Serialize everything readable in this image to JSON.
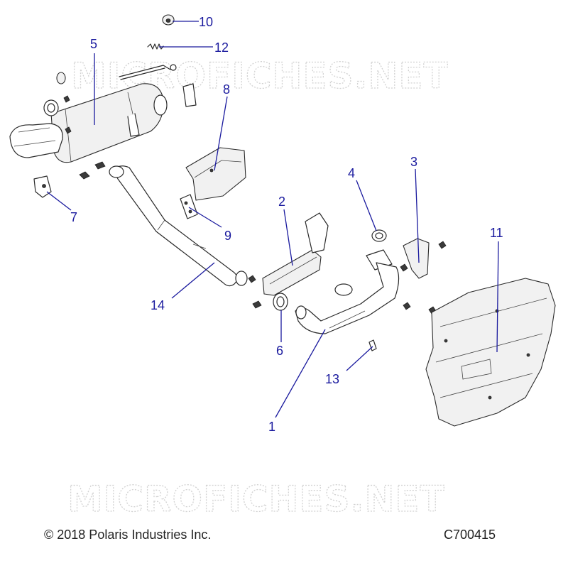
{
  "watermark": "MICROFICHES.NET",
  "copyright": "© 2018 Polaris Industries Inc.",
  "reference_code": "C700415",
  "callouts": {
    "c1": "1",
    "c2": "2",
    "c3": "3",
    "c4": "4",
    "c5": "5",
    "c6": "6",
    "c7": "7",
    "c8": "8",
    "c9": "9",
    "c10": "10",
    "c11": "11",
    "c12": "12",
    "c13": "13",
    "c14": "14"
  },
  "colors": {
    "callout": "#1a1a9e",
    "line_art": "#2a2a2a",
    "watermark": "#d2d2d2"
  }
}
